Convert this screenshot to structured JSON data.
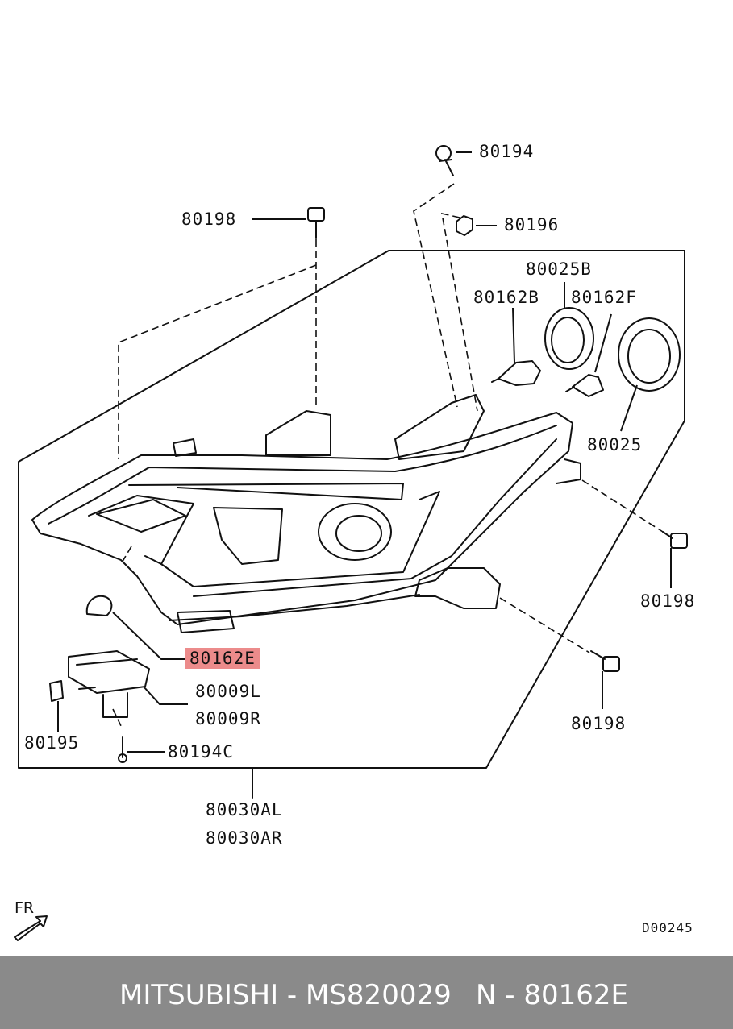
{
  "labels": {
    "p80194": "80194",
    "p80198_top": "80198",
    "p80196": "80196",
    "p80025B": "80025B",
    "p80162B": "80162B",
    "p80162F": "80162F",
    "p80025": "80025",
    "p80198_right": "80198",
    "p80162E": "80162E",
    "p80009L": "80009L",
    "p80009R": "80009R",
    "p80198_bottom": "80198",
    "p80195": "80195",
    "p80194C": "80194C",
    "p80030AL": "80030AL",
    "p80030AR": "80030AR"
  },
  "fr_label": "FR",
  "diagram_code": "D00245",
  "footer": {
    "brand_part": "MITSUBISHI - MS820029",
    "ref": "N - 80162E"
  },
  "colors": {
    "highlight": "#ec8b8b",
    "footer_bg": "#8a8a8a",
    "line": "#111111"
  }
}
